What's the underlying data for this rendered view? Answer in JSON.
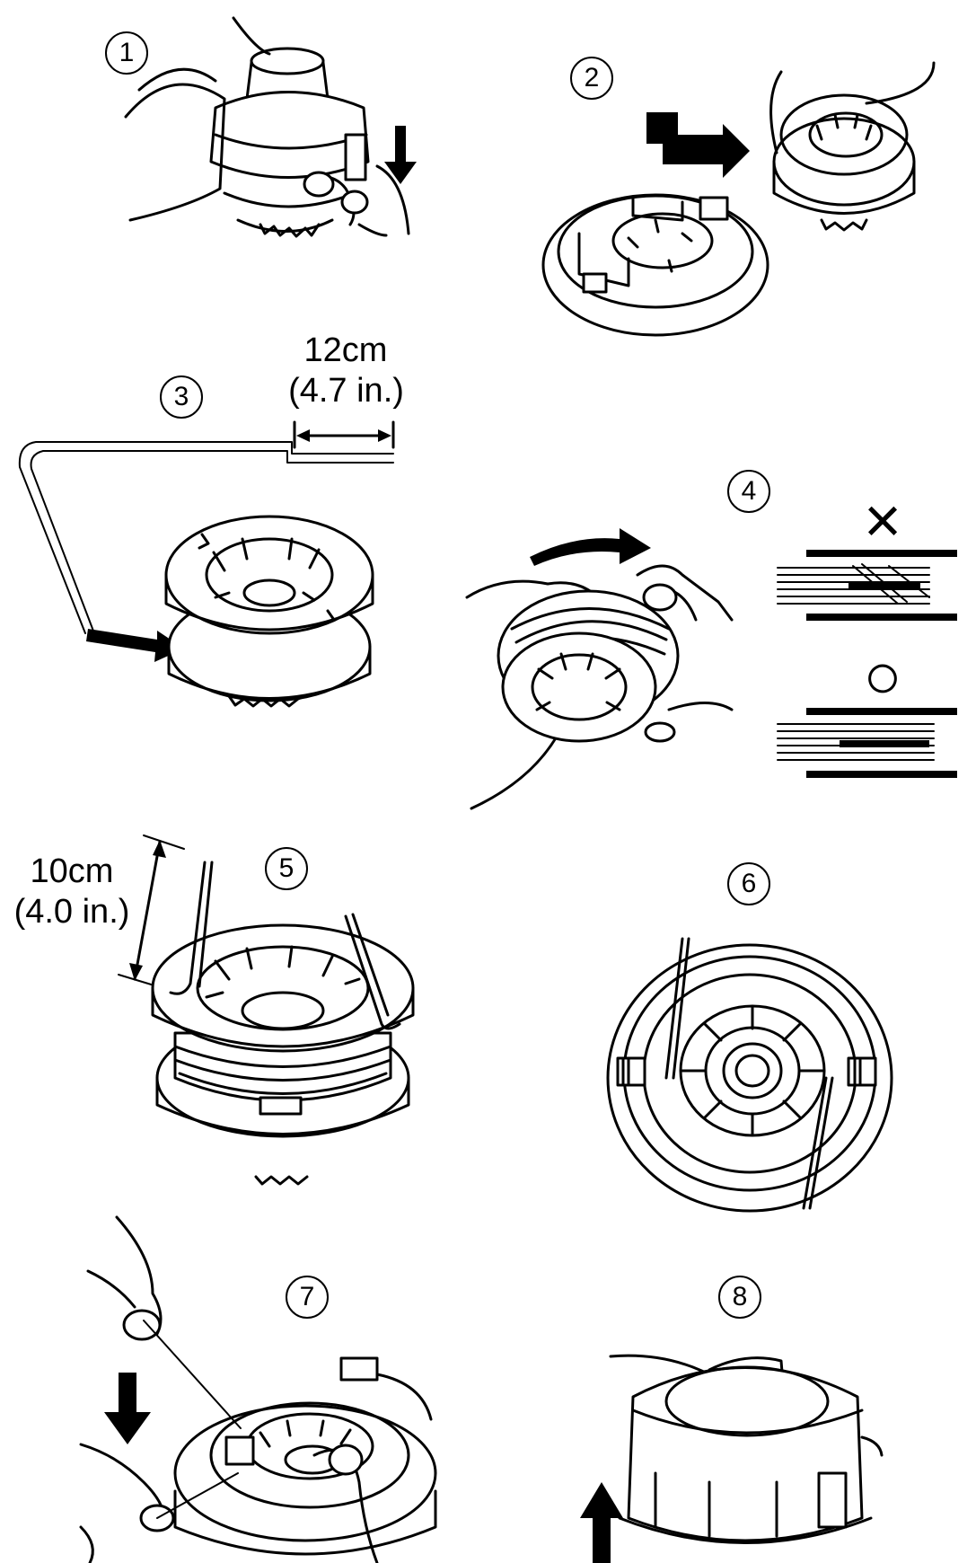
{
  "steps": [
    {
      "number": "1"
    },
    {
      "number": "2"
    },
    {
      "number": "3",
      "dimension": {
        "metric": "12cm",
        "imperial": "(4.7 in.)"
      }
    },
    {
      "number": "4",
      "marks": {
        "wrong": "×",
        "right": "○"
      }
    },
    {
      "number": "5",
      "dimension": {
        "metric": "10cm",
        "imperial": "(4.0 in.)"
      }
    },
    {
      "number": "6"
    },
    {
      "number": "7"
    },
    {
      "number": "8"
    }
  ]
}
